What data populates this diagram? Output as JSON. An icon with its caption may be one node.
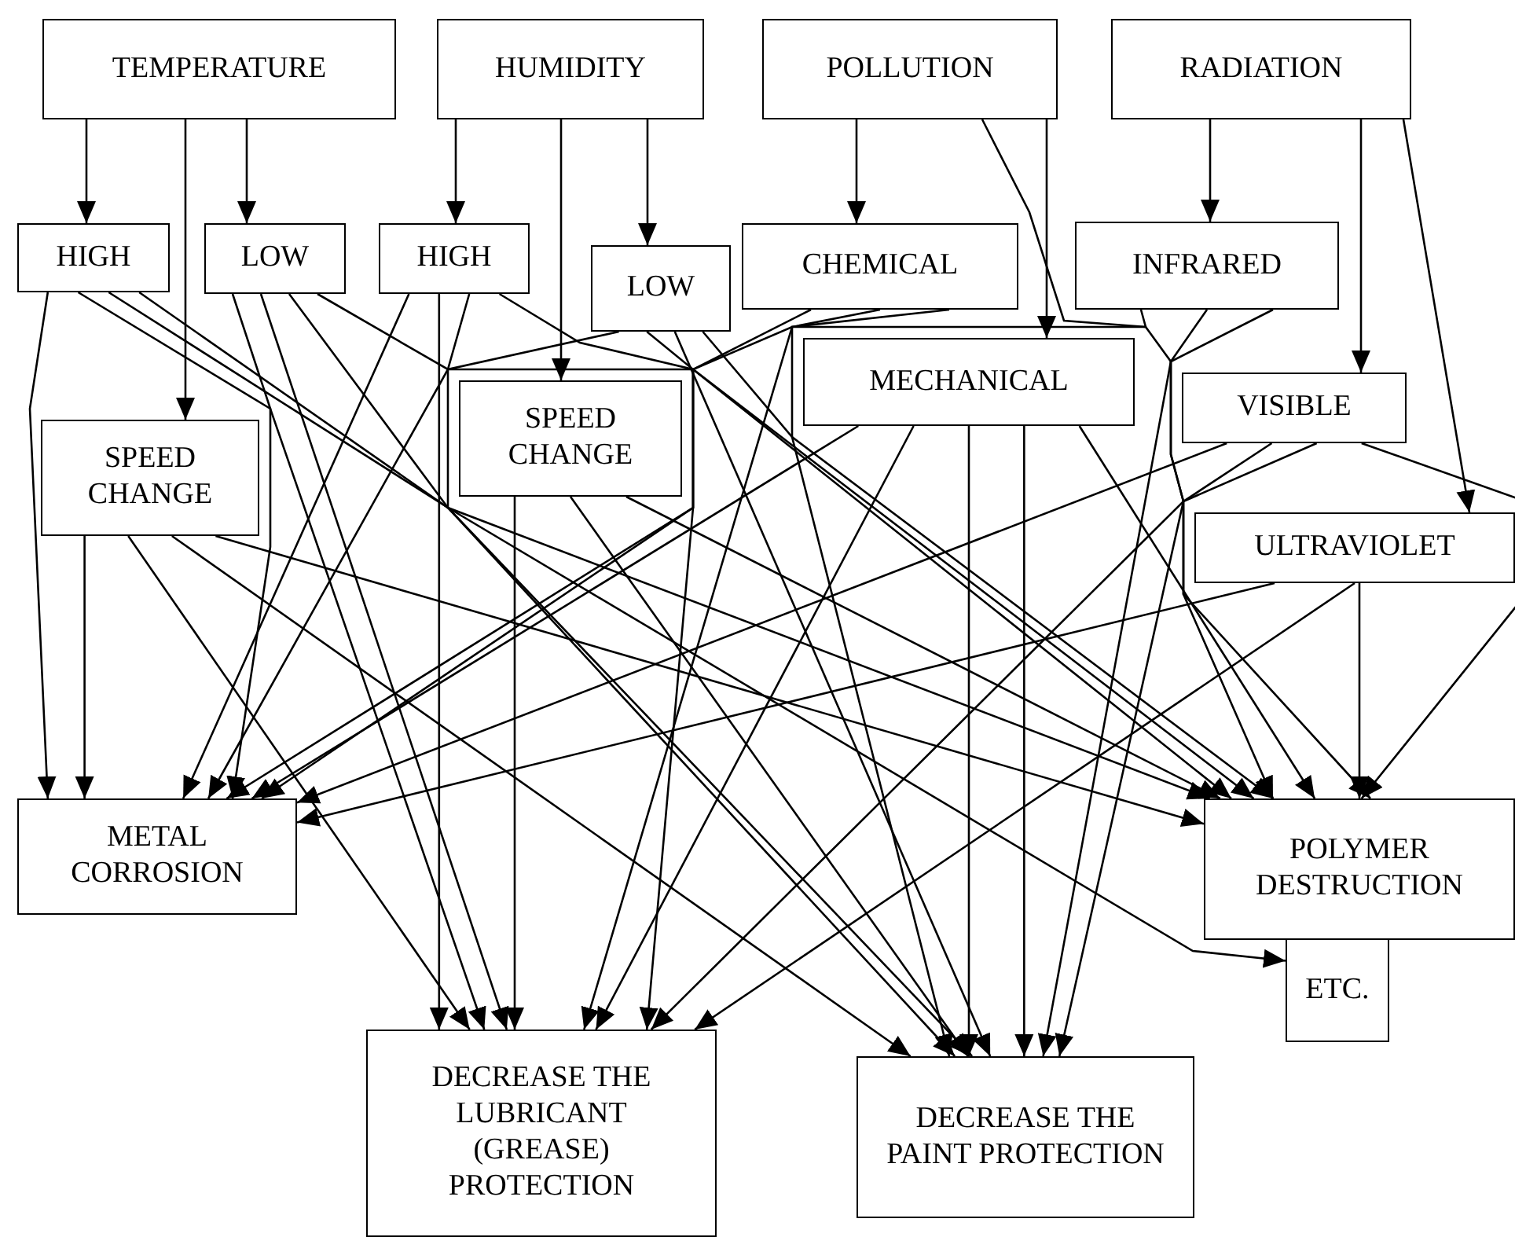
{
  "diagram": {
    "nodes": [
      {
        "text": [
          "TEMPERATURE"
        ]
      },
      {
        "text": [
          "HUMIDITY"
        ]
      },
      {
        "text": [
          "POLLUTION"
        ]
      },
      {
        "text": [
          "RADIATION"
        ]
      },
      {
        "text": [
          "HIGH"
        ]
      },
      {
        "text": [
          "LOW"
        ]
      },
      {
        "text": [
          "HIGH"
        ]
      },
      {
        "text": [
          "LOW"
        ]
      },
      {
        "text": [
          "CHEMICAL"
        ]
      },
      {
        "text": [
          "INFRARED"
        ]
      },
      {
        "text": [
          "SPEED CHANGE"
        ]
      },
      {
        "text": [
          "SPEED CHANGE"
        ]
      },
      {
        "text": [
          "MECHANICAL"
        ]
      },
      {
        "text": [
          "VISIBLE"
        ]
      },
      {
        "text": [
          "ULTRAVIOLET"
        ]
      },
      {
        "text": [
          "METAL CORROSION"
        ]
      },
      {
        "text": [
          "POLYMER DESTRUCTION"
        ]
      },
      {
        "text": [
          "ETC."
        ]
      },
      {
        "text": [
          "DECREASE THE LUBRICANT (GREASE) PROTECTION"
        ]
      },
      {
        "text": [
          "DECREASE THE PAINT PROTECTION"
        ]
      }
    ],
    "edges": [
      {
        "from": 0,
        "to": 4,
        "arrow": "to"
      },
      {
        "from": 0,
        "to": 10,
        "arrow": "to"
      },
      {
        "from": 0,
        "to": 5,
        "arrow": "to"
      },
      {
        "from": 1,
        "to": 6,
        "arrow": "to"
      },
      {
        "from": 1,
        "to": 11,
        "arrow": "to"
      },
      {
        "from": 1,
        "to": 7,
        "arrow": "to"
      },
      {
        "from": 2,
        "to": 8,
        "arrow": "to"
      },
      {
        "from": 2,
        "to": 12,
        "arrow": "to"
      },
      {
        "from": 2,
        "to": 16,
        "arrow": "to"
      },
      {
        "from": 3,
        "to": 9,
        "arrow": "to"
      },
      {
        "from": 3,
        "to": 13,
        "arrow": "to"
      },
      {
        "from": 3,
        "to": 14,
        "arrow": "to"
      },
      {
        "from": 4,
        "to": 15,
        "arrow": "to"
      },
      {
        "from": 4,
        "to": 18,
        "arrow": "to"
      },
      {
        "from": 4,
        "to": 16,
        "arrow": "to"
      },
      {
        "from": 4,
        "to": 17,
        "arrow": "to"
      },
      {
        "from": 5,
        "to": 15,
        "arrow": "to"
      },
      {
        "from": 5,
        "to": 18,
        "arrow": "to"
      },
      {
        "from": 5,
        "to": 19,
        "arrow": "to"
      },
      {
        "from": 5,
        "to": 16,
        "arrow": "to"
      },
      {
        "from": 6,
        "to": 15,
        "arrow": "to"
      },
      {
        "from": 6,
        "to": 18,
        "arrow": "to"
      },
      {
        "from": 6,
        "to": 19,
        "arrow": "to"
      },
      {
        "from": 6,
        "to": 16,
        "arrow": "to"
      },
      {
        "from": 7,
        "to": 15,
        "arrow": "to"
      },
      {
        "from": 7,
        "to": 18,
        "arrow": "to"
      },
      {
        "from": 7,
        "to": 19,
        "arrow": "to"
      },
      {
        "from": 7,
        "to": 16,
        "arrow": "to"
      },
      {
        "from": 8,
        "to": 15,
        "arrow": "to"
      },
      {
        "from": 8,
        "to": 18,
        "arrow": "to"
      },
      {
        "from": 8,
        "to": 19,
        "arrow": "to"
      },
      {
        "from": 9,
        "to": 15,
        "arrow": "to"
      },
      {
        "from": 9,
        "to": 19,
        "arrow": "to"
      },
      {
        "from": 9,
        "to": 16,
        "arrow": "to"
      },
      {
        "from": 10,
        "to": 15,
        "arrow": "to"
      },
      {
        "from": 10,
        "to": 18,
        "arrow": "to"
      },
      {
        "from": 10,
        "to": 19,
        "arrow": "to"
      },
      {
        "from": 10,
        "to": 16,
        "arrow": "to"
      },
      {
        "from": 11,
        "to": 18,
        "arrow": "to"
      },
      {
        "from": 11,
        "to": 19,
        "arrow": "to"
      },
      {
        "from": 11,
        "to": 16,
        "arrow": "to"
      },
      {
        "from": 12,
        "to": 15,
        "arrow": "to"
      },
      {
        "from": 12,
        "to": 18,
        "arrow": "to"
      },
      {
        "from": 12,
        "to": 19,
        "arrow": "to"
      },
      {
        "from": 12,
        "to": 16,
        "arrow": "to"
      },
      {
        "from": 12,
        "to": 19,
        "arrow": "to"
      },
      {
        "from": 13,
        "to": 15,
        "arrow": "to"
      },
      {
        "from": 13,
        "to": 18,
        "arrow": "to"
      },
      {
        "from": 13,
        "to": 19,
        "arrow": "to"
      },
      {
        "from": 13,
        "to": 16,
        "arrow": "to"
      },
      {
        "from": 14,
        "to": 15,
        "arrow": "to"
      },
      {
        "from": 14,
        "to": 18,
        "arrow": "to"
      },
      {
        "from": 14,
        "to": 16,
        "arrow": "to"
      }
    ]
  }
}
